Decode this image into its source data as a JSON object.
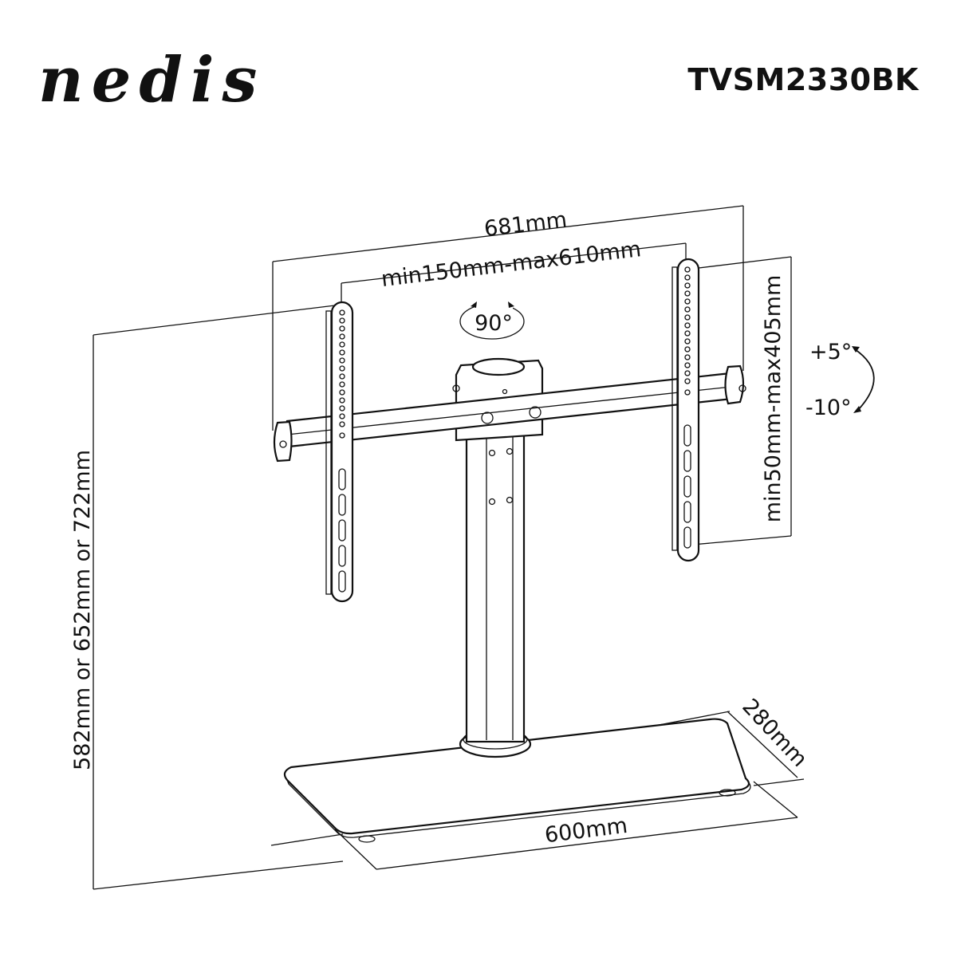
{
  "header": {
    "brand_logo": "nedis",
    "model_number": "TVSM2330BK"
  },
  "dimensions": {
    "overall_width": "681mm",
    "vesa_horizontal": "min150mm-max610mm",
    "vesa_vertical": "min50mm-max405mm",
    "height_options": "582mm or 652mm or 722mm",
    "base_width": "600mm",
    "base_depth": "280mm"
  },
  "adjustments": {
    "swivel": "90°",
    "tilt_up": "+5°",
    "tilt_down": "-10°"
  }
}
